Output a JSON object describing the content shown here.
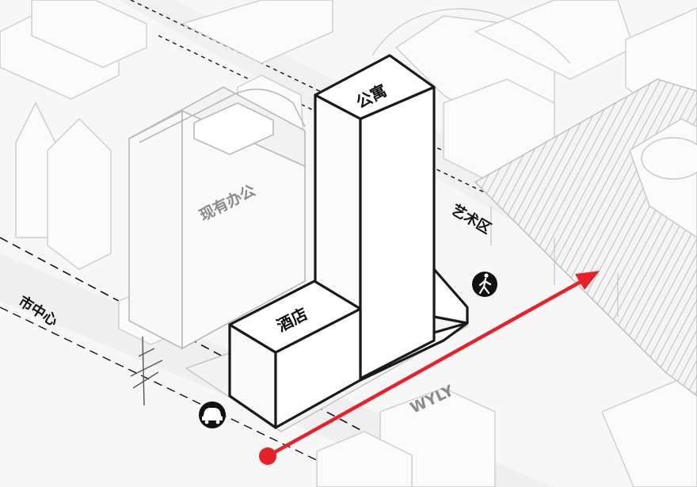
{
  "labels": {
    "office": "现有办公",
    "apartment": "公寓",
    "hotel": "酒店",
    "arts_district": "艺术区",
    "city_center": "市中心",
    "wyly": "WYLY"
  },
  "icons": {
    "pedestrian": "pedestrian-icon",
    "car": "car-icon"
  },
  "colors": {
    "accent_arrow": "#e8202a",
    "building_outline": "#1a1a1a",
    "context_gray": "#cfcfcf",
    "label_gray": "#8a8a8a"
  }
}
